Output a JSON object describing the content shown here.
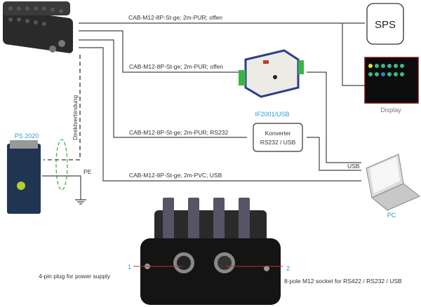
{
  "cables": [
    {
      "label": "CAB-M12-8P-St-ge; 2m-PUR; offen"
    },
    {
      "label": "CAB-M12-8P-St-ge; 2m-PUR; offen"
    },
    {
      "label": "CAB-M12-8P-St-ge; 2m-PUR; RS232"
    },
    {
      "label": "CAB-M12-8P-St-ge; 2m-PVC; USB"
    }
  ],
  "devices": {
    "sps": "SPS",
    "display": "Display",
    "if2001": "IF2001/USB",
    "konverter_line1": "Konverter",
    "konverter_line2": "RS232 / USB",
    "pc": "PC",
    "usb": "USB",
    "power_supply": "PS 2020",
    "pe": "PE",
    "direct": "Direktverbindung"
  },
  "callouts": [
    {
      "number": "1",
      "text": "4-pin plug for power supply"
    },
    {
      "number": "2",
      "text": "8-pole M12 socket for RS422 / RS232 / USB"
    }
  ],
  "colors": {
    "accent": "#2b9bd6",
    "callout_line": "#c0392b",
    "shield": "#3cb34a"
  }
}
